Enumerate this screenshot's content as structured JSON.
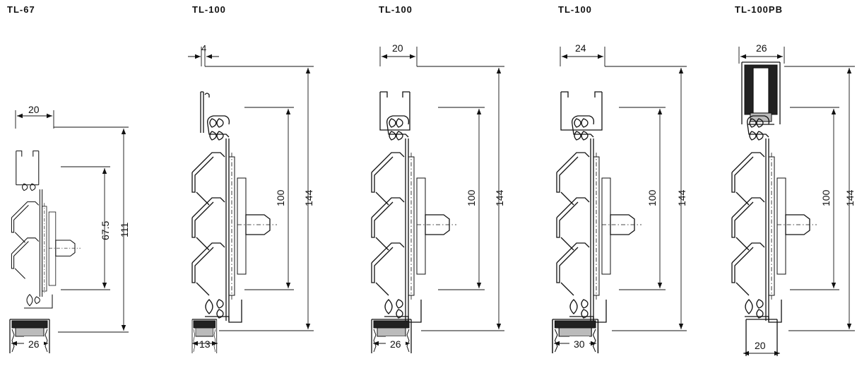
{
  "models": [
    {
      "title": "TL-67",
      "dims": {
        "width_top": "20",
        "inner_height": "67.5",
        "total_height": "111",
        "width_bottom": "26"
      }
    },
    {
      "title": "TL-100",
      "dims": {
        "offset_top": "4",
        "inner_height": "100",
        "total_height": "144",
        "width_bottom": "13"
      }
    },
    {
      "title": "TL-100",
      "dims": {
        "width_top": "20",
        "inner_height": "100",
        "total_height": "144",
        "width_bottom": "26"
      }
    },
    {
      "title": "TL-100",
      "dims": {
        "width_top": "24",
        "inner_height": "100",
        "total_height": "144",
        "width_bottom": "30"
      }
    },
    {
      "title": "TL-100PB",
      "dims": {
        "width_top": "26",
        "inner_height": "100",
        "total_height": "144",
        "width_bottom": "20"
      }
    }
  ]
}
